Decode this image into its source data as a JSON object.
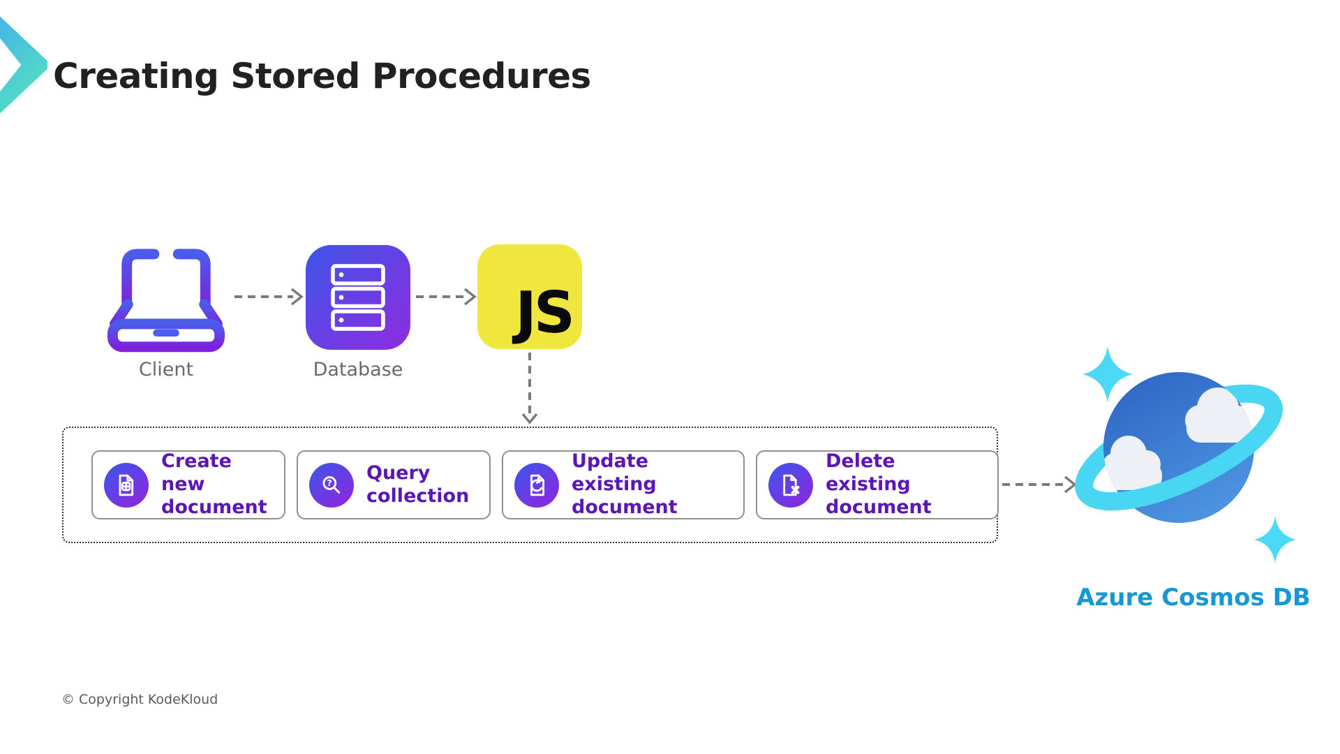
{
  "slide": {
    "title": "Creating Stored Procedures",
    "copyright": "© Copyright KodeKloud"
  },
  "pipeline": {
    "client_label": "Client",
    "database_label": "Database",
    "js_text": "JS"
  },
  "procedures": {
    "items": [
      {
        "label": "Create new document",
        "icon": "document-plus-icon"
      },
      {
        "label": "Query collection",
        "icon": "search-question-icon"
      },
      {
        "label": "Update existing document",
        "icon": "document-sync-icon"
      },
      {
        "label": "Delete existing document",
        "icon": "document-delete-icon"
      }
    ]
  },
  "azure": {
    "label": "Azure Cosmos DB"
  },
  "colors": {
    "title_text": "#212121",
    "accent_teal_start": "#45b2ea",
    "accent_teal_end": "#52dcc4",
    "icon_gradient_start": "#4452ea",
    "icon_gradient_end": "#8a28de",
    "js_yellow": "#efe73d",
    "procedure_text": "#5b16b5",
    "azure_blue": "#1797d3",
    "ring_cyan": "#49d6f2",
    "arrow_gray": "#7a7a7a"
  }
}
